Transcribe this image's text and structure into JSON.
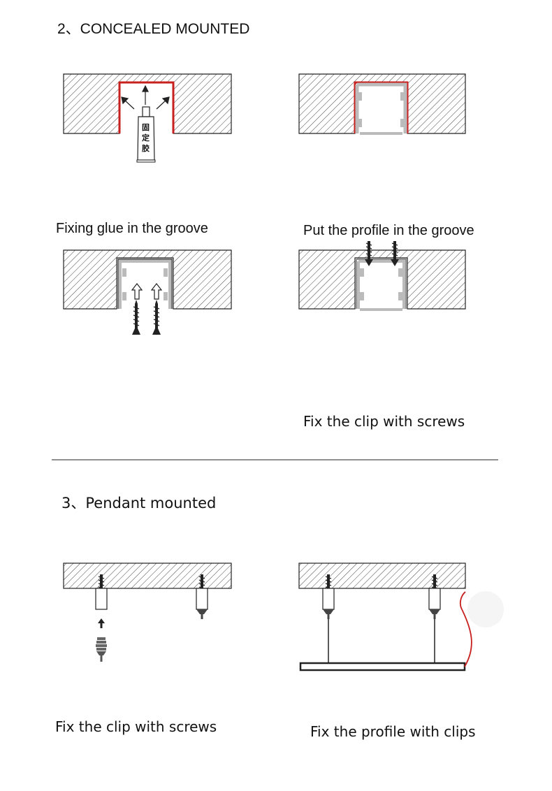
{
  "section2": {
    "heading": "2、CONCEALED MOUNTED",
    "glue_chars": [
      "固",
      "定",
      "胶"
    ],
    "captions": {
      "glue": "Fixing glue in the groove",
      "profile": "Put the profile in the groove",
      "clip_screws": "Fix the clip with screws"
    }
  },
  "section3": {
    "heading": "3、Pendant mounted",
    "captions": {
      "clip_screws": "Fix the clip with screws",
      "profile_clips": "Fix the profile with clips"
    }
  },
  "colors": {
    "glue_red": "#c8201e",
    "profile_grey": "#bbbbbb",
    "hatch": "#333333"
  }
}
